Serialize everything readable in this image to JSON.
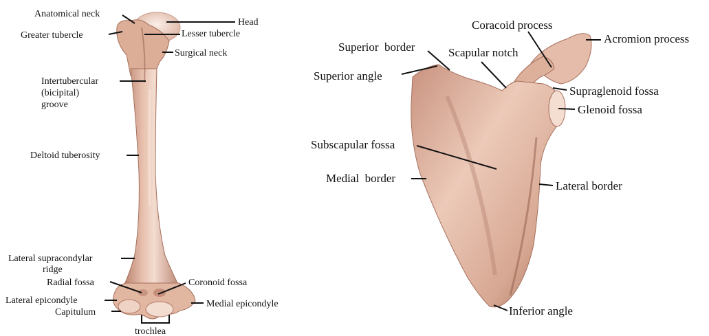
{
  "humerus": {
    "labels": {
      "anatomical_neck": "Anatomical neck",
      "head": "Head",
      "greater_tubercle": "Greater tubercle",
      "lesser_tubercle": "Lesser tubercle",
      "surgical_neck": "Surgical neck",
      "intertubercular_1": "Intertubercular",
      "intertubercular_2": "(bicipital)",
      "intertubercular_3": "groove",
      "deltoid_tuberosity": "Deltoid tuberosity",
      "lateral_supracondylar_1": "Lateral supracondylar",
      "lateral_supracondylar_2": "ridge",
      "radial_fossa": "Radial fossa",
      "coronoid_fossa": "Coronoid fossa",
      "lateral_epicondyle": "Lateral epicondyle",
      "medial_epicondyle": "Medial epicondyle",
      "capitulum": "Capitulum",
      "trochlea": "trochlea"
    }
  },
  "scapula": {
    "labels": {
      "coracoid_process": "Coracoid process",
      "acromion_process": "Acromion process",
      "superior_border": "Superior  border",
      "scapular_notch": "Scapular notch",
      "superior_angle": "Superior angle",
      "supraglenoid_fossa": "Supraglenoid fossa",
      "glenoid_fossa": "Glenoid fossa",
      "subscapular_fossa": "Subscapular fossa",
      "medial_border": "Medial  border",
      "lateral_border": "Lateral border",
      "inferior_angle": "Inferior angle"
    }
  },
  "colors": {
    "bone_light": "#f1d8c8",
    "bone_mid": "#dfae97",
    "bone_dark": "#b57f6a",
    "bone_shadow": "#8f5a48",
    "line": "#111111"
  }
}
